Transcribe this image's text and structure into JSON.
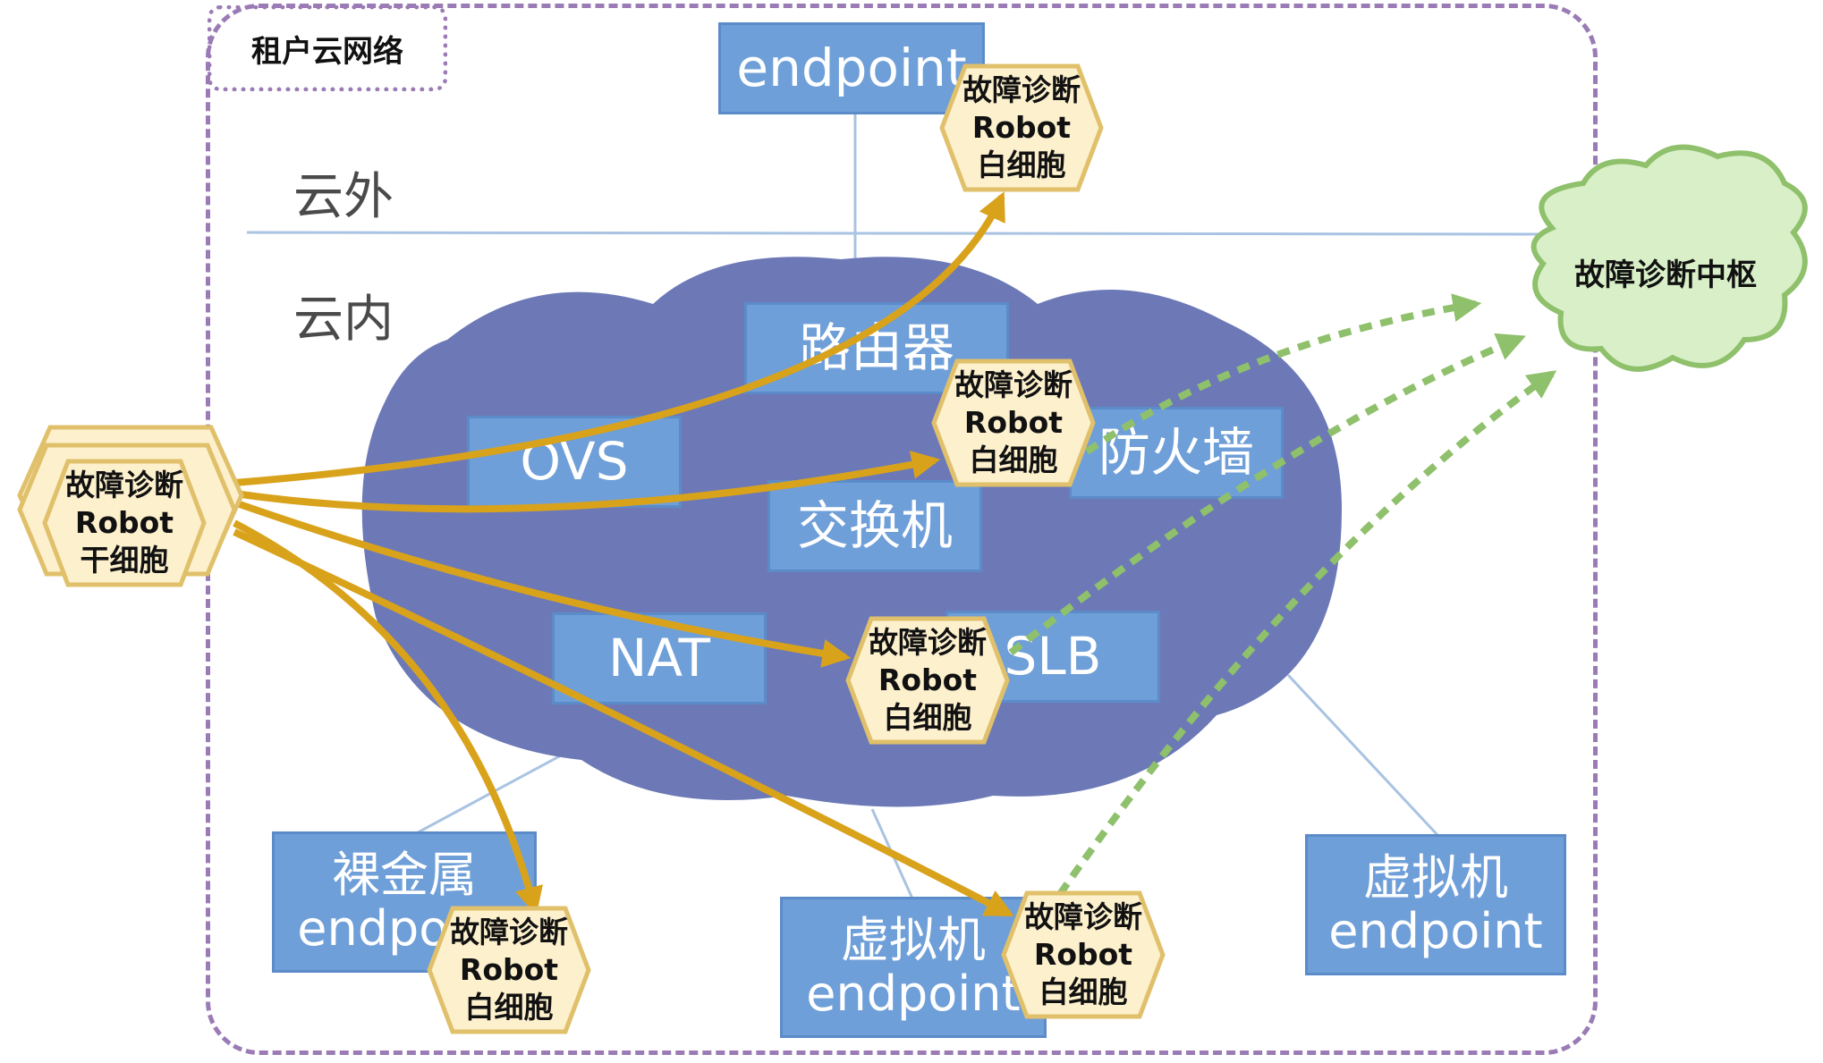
{
  "frame": {
    "label": "租户云网络"
  },
  "zones": {
    "outside": "云外",
    "inside": "云内"
  },
  "nodes": {
    "endpoint_top": "endpoint",
    "router": "路由器",
    "ovs": "OVS",
    "firewall": "防火墙",
    "switch": "交换机",
    "nat": "NAT",
    "slb": "SLB",
    "bare_metal": {
      "line1": "裸金属",
      "line2": "endpoint"
    },
    "vm_center": {
      "line1": "虚拟机",
      "line2": "endpoint"
    },
    "vm_right": {
      "line1": "虚拟机",
      "line2": "endpoint"
    }
  },
  "stem_robot": {
    "line1": "故障诊断",
    "line2": "Robot",
    "line3": "干细胞"
  },
  "white_robot": {
    "line1": "故障诊断",
    "line2": "Robot",
    "line3": "白细胞"
  },
  "hub": {
    "label": "故障诊断中枢"
  },
  "colors": {
    "cloud": "#6c79b6",
    "node_box": "#6f9fd8",
    "robot_fill": "#fdf0cd",
    "robot_border": "#e0c06a",
    "deploy_arrow": "#d9a21b",
    "report_arrow": "#8fc06b",
    "hub_fill": "#d8efc7",
    "hub_border": "#8fc06b",
    "frame_border": "#9b7bb5"
  }
}
